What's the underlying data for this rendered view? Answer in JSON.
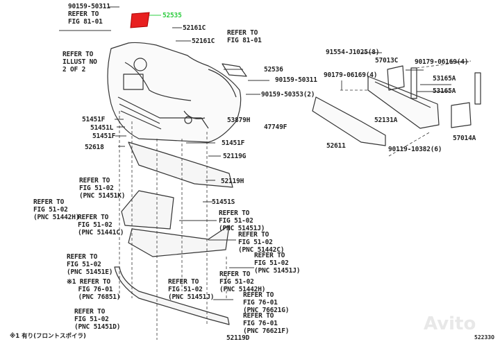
{
  "diagram": {
    "title": "Front bumper & bumper cover parts diagram",
    "highlight_color": "#2ecc40",
    "part_highlight_color": "#e82020",
    "labels": [
      {
        "id": "l1",
        "text": "90159-50311"
      },
      {
        "id": "l2",
        "text": "REFER TO\nFIG 81-01"
      },
      {
        "id": "l3",
        "text": "52535",
        "highlighted": true
      },
      {
        "id": "l4",
        "text": "52161C"
      },
      {
        "id": "l5",
        "text": "52161C"
      },
      {
        "id": "l6",
        "text": "REFER TO\nILLUST NO\n2 OF 2"
      },
      {
        "id": "l7",
        "text": "REFER TO\nFIG 81-01"
      },
      {
        "id": "l8",
        "text": "52536"
      },
      {
        "id": "l9",
        "text": "90159-50311"
      },
      {
        "id": "l10",
        "text": "90159-50353(2)"
      },
      {
        "id": "l11",
        "text": "53879H"
      },
      {
        "id": "l12",
        "text": "47749F"
      },
      {
        "id": "l13",
        "text": "91554-J1025(8)"
      },
      {
        "id": "l14",
        "text": "57013C"
      },
      {
        "id": "l15",
        "text": "90179-06169(4)"
      },
      {
        "id": "l16",
        "text": "90179-06169(4)"
      },
      {
        "id": "l17",
        "text": "53165A"
      },
      {
        "id": "l18",
        "text": "53165A"
      },
      {
        "id": "l19",
        "text": "52131A"
      },
      {
        "id": "l20",
        "text": "52611"
      },
      {
        "id": "l21",
        "text": "90119-10382(6)"
      },
      {
        "id": "l22",
        "text": "57014A"
      },
      {
        "id": "l23",
        "text": "51451F"
      },
      {
        "id": "l24",
        "text": "51451L"
      },
      {
        "id": "l25",
        "text": "51451F"
      },
      {
        "id": "l26",
        "text": "52618"
      },
      {
        "id": "l27",
        "text": "51451F"
      },
      {
        "id": "l28",
        "text": "52119G"
      },
      {
        "id": "l29",
        "text": "52119H"
      },
      {
        "id": "l30",
        "text": "REFER TO\nFIG 51-02\n(PNC 51451K)"
      },
      {
        "id": "l31",
        "text": "REFER TO\nFIG 51-02\n(PNC 51442H)"
      },
      {
        "id": "l32",
        "text": "REFER TO\nFIG 51-02\n(PNC 51441C)"
      },
      {
        "id": "l33",
        "text": "51451S"
      },
      {
        "id": "l34",
        "text": "REFER TO\nFIG 51-02\n(PNC 51451J)"
      },
      {
        "id": "l35",
        "text": "REFER TO\nFIG 51-02\n(PNC 51442C)"
      },
      {
        "id": "l36",
        "text": "REFER TO\nFIG 51-02\n(PNC 51451J)"
      },
      {
        "id": "l37",
        "text": "REFER TO\nFIG 51-02\n(PNC 51451E)"
      },
      {
        "id": "l38",
        "text": "※1 REFER TO\n   FIG 76-01\n   (PNC 76851)"
      },
      {
        "id": "l39",
        "text": "REFER TO\nFIG 51-02\n(PNC 51451J)"
      },
      {
        "id": "l40",
        "text": "REFER TO\nFIG 51-02\n(PNC 51442H)"
      },
      {
        "id": "l41",
        "text": "REFER TO\nFIG 76-01\n(PNC 76621G)"
      },
      {
        "id": "l42",
        "text": "REFER TO\nFIG 51-02\n(PNC 51451D)"
      },
      {
        "id": "l43",
        "text": "REFER TO\nFIG 76-01\n(PNC 76621F)"
      },
      {
        "id": "l44",
        "text": "52119D"
      }
    ],
    "footnote": "※1 有り(フロントスポイラ)",
    "figure_code": "52233O",
    "watermark": "Avito"
  }
}
